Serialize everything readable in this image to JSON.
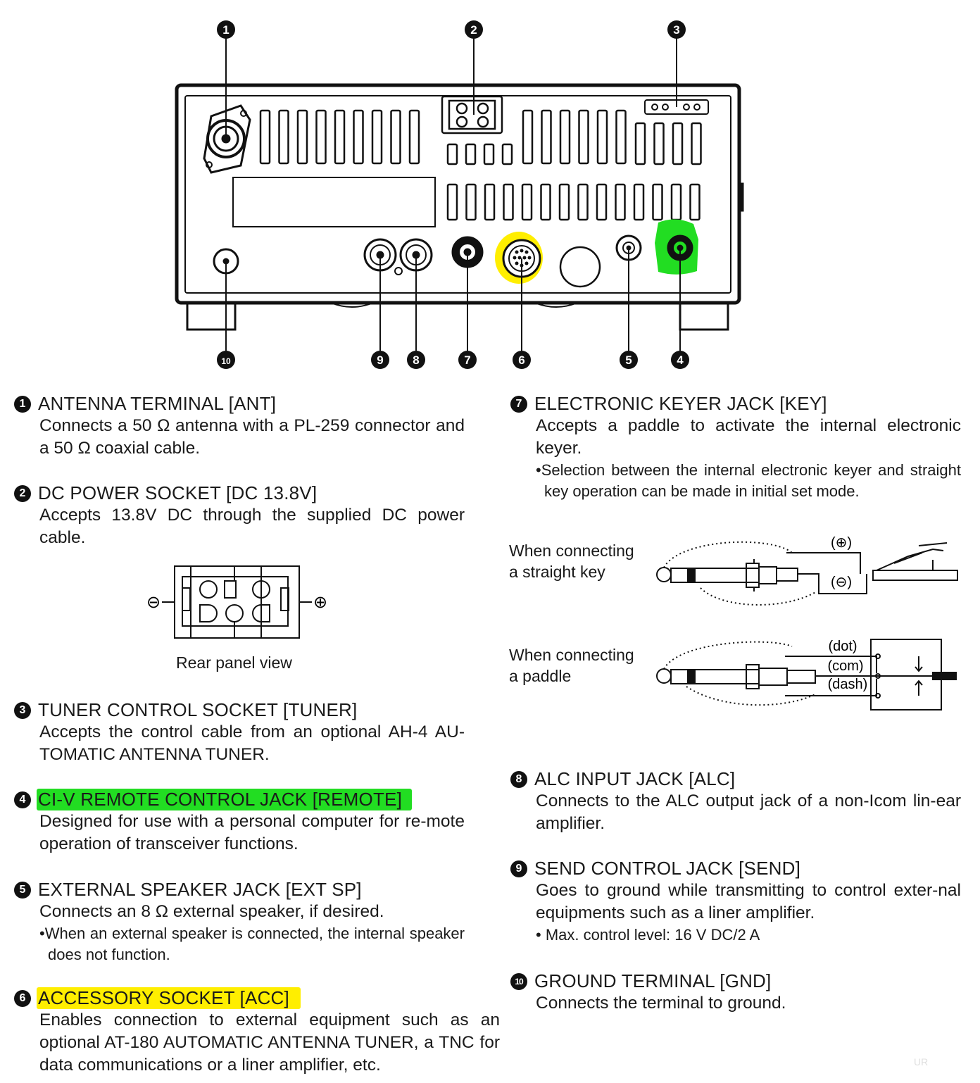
{
  "callouts": [
    "1",
    "2",
    "3",
    "10",
    "9",
    "8",
    "7",
    "6",
    "5",
    "4"
  ],
  "items": [
    {
      "n": "1",
      "title": "ANTENNA TERMINAL [ANT]",
      "body": "Connects a 50 Ω antenna with a PL-259 connector and a 50 Ω coaxial cable."
    },
    {
      "n": "2",
      "title": "DC POWER SOCKET [DC 13.8V]",
      "body": "Accepts 13.8V DC through the supplied DC power cable."
    },
    {
      "n": "3",
      "title": "TUNER CONTROL SOCKET [TUNER]",
      "body": "Accepts the control cable from an optional AH-4 AU-TOMATIC ANTENNA TUNER."
    },
    {
      "n": "4",
      "title": "CI-V REMOTE CONTROL JACK [REMOTE]",
      "body": "Designed for use with a personal computer for re-mote operation of transceiver functions."
    },
    {
      "n": "5",
      "title": "EXTERNAL SPEAKER JACK [EXT SP]",
      "body": "Connects an 8 Ω external speaker, if desired.",
      "bullet": "•When an external speaker is connected, the internal speaker does not function."
    },
    {
      "n": "6",
      "title": "ACCESSORY SOCKET [ACC]",
      "body": "Enables connection to external equipment such as an optional AT-180 AUTOMATIC ANTENNA TUNER, a TNC for data communications or a liner amplifier, etc."
    },
    {
      "n": "7",
      "title": "ELECTRONIC KEYER JACK [KEY]",
      "body": "Accepts a paddle to activate the internal electronic keyer.",
      "bullet": "•Selection between the internal electronic keyer and straight key operation can be made in initial set mode."
    },
    {
      "n": "8",
      "title": "ALC INPUT JACK [ALC]",
      "body": "Connects to the ALC output jack of a non-Icom lin-ear amplifier."
    },
    {
      "n": "9",
      "title": "SEND CONTROL JACK [SEND]",
      "body": "Goes to ground while transmitting to control exter-nal equipments such as a liner amplifier.",
      "bullet": "• Max. control level: 16 V DC/2 A"
    },
    {
      "n": "10",
      "title": "GROUND TERMINAL [GND]",
      "body": "Connects the terminal to ground."
    }
  ],
  "dc_socket": {
    "minus": "⊖",
    "plus": "⊕",
    "caption": "Rear panel view"
  },
  "key_diagrams": {
    "straight": {
      "label_1": "When connecting",
      "label_2": "a straight key",
      "plus": "(⊕)",
      "minus": "(⊖)"
    },
    "paddle": {
      "label_1": "When connecting",
      "label_2": "a paddle",
      "dot": "(dot)",
      "com": "(com)",
      "dash": "(dash)"
    }
  },
  "highlights": {
    "green": "#22dd22",
    "yellow": "#ffee00"
  },
  "watermark": "UR"
}
